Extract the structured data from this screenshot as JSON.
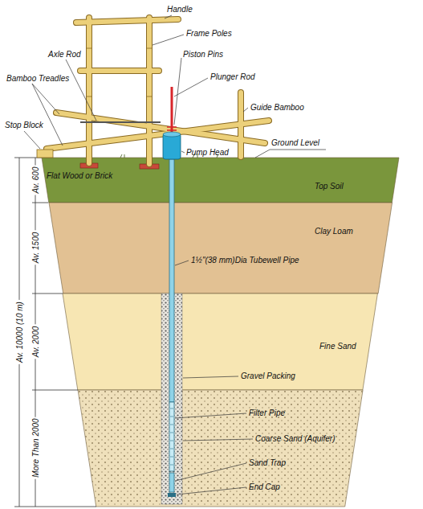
{
  "diagram": {
    "nodes": [
      {
        "text": [
          "Top Soil"
        ]
      },
      {
        "text": [
          "Clay Loam"
        ]
      },
      {
        "text": [
          "Fine Sand"
        ]
      },
      {
        "text": [
          "Coarse Sand (Aquifer)"
        ]
      }
    ],
    "labels": [
      "Handle",
      "Frame Poles",
      "Piston Pins",
      "Axle Rod",
      "Plunger Rod",
      "Bamboo Treadles",
      "Guide Bamboo",
      "Stop Block",
      "Ground Level",
      "Flat Wood or Brick",
      "Pump Head",
      "1½\"(38 mm)Dia Tubewell Pipe",
      "Gravel Packing",
      "Filter Pipe",
      "Sand Trap",
      "End Cap",
      "Av. 10000 (10 m)",
      "Av. 600",
      "Av. 1500",
      "Av. 2000",
      "More Than 2000"
    ]
  }
}
